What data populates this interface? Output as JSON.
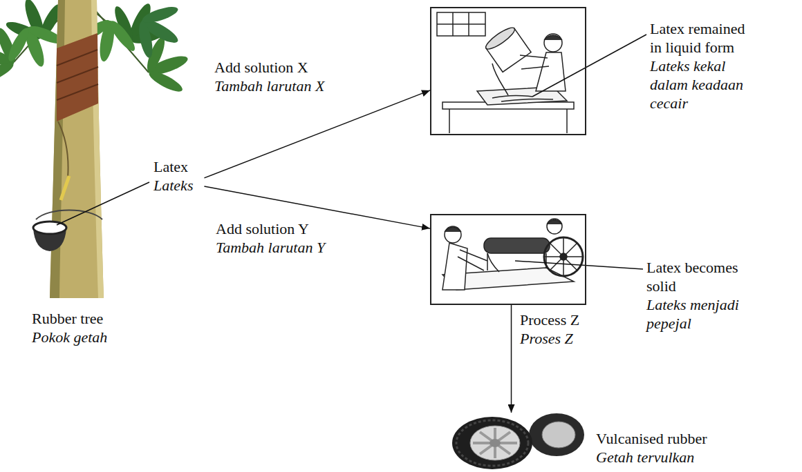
{
  "diagram": {
    "nodes": [
      {
        "text": [
          "Rubber tree",
          "Pokok getah"
        ]
      },
      {
        "text": [
          "Latex",
          "Lateks"
        ]
      },
      {
        "text": [
          "Latex remained in liquid form",
          "Lateks kekal dalam keadaan cecair"
        ]
      },
      {
        "text": [
          "Latex becomes solid",
          "Lateks menjadi pepejal"
        ]
      },
      {
        "text": [
          "Vulcanised rubber",
          "Getah tervulkan"
        ]
      }
    ],
    "edges": [
      {
        "from": 1,
        "to": 2,
        "arrow": "to"
      },
      {
        "from": 1,
        "to": 3,
        "arrow": "to"
      },
      {
        "from": 3,
        "to": 4,
        "arrow": "to"
      }
    ],
    "labels": [
      "Add solution X",
      "Tambah larutan X",
      "Add solution Y",
      "Tambah larutan Y",
      "Process Z",
      "Proses Z"
    ]
  }
}
